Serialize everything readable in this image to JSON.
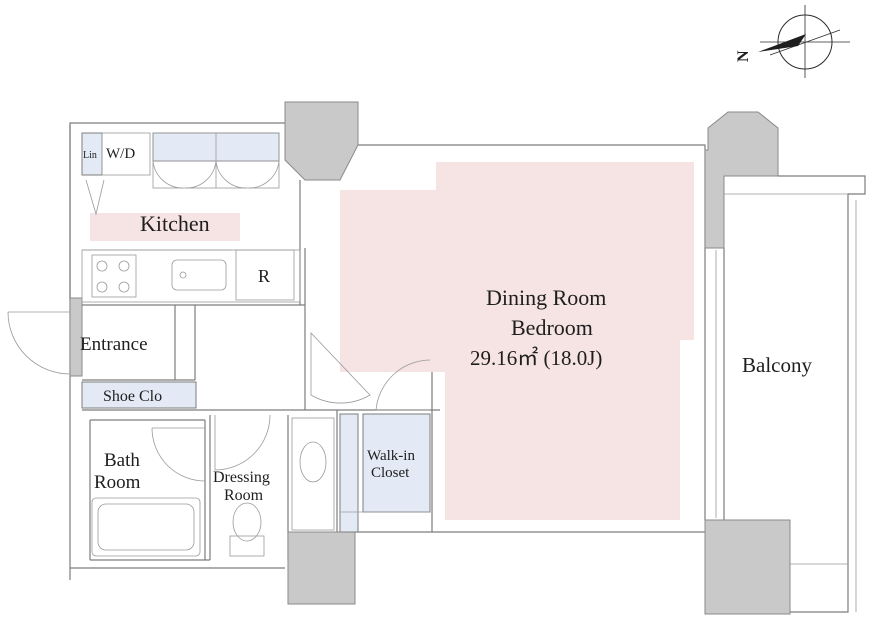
{
  "compass": {
    "label": "N"
  },
  "rooms": {
    "linen": "Lin",
    "wd": "W/D",
    "kitchen": "Kitchen",
    "refrigerator": "R",
    "entrance": "Entrance",
    "shoe_closet": "Shoe Clo",
    "bath_line1": "Bath",
    "bath_line2": "Room",
    "dressing_line1": "Dressing",
    "dressing_line2": "Room",
    "walkin_line1": "Walk-in",
    "walkin_line2": "Closet",
    "main_line1": "Dining Room",
    "main_line2": "Bedroom",
    "main_area": "29.16㎡ (18.0J)",
    "balcony": "Balcony"
  },
  "colors": {
    "wall": "#c9c9c9",
    "highlight": "#f6e3e3",
    "storage": "#e3eaf5"
  }
}
